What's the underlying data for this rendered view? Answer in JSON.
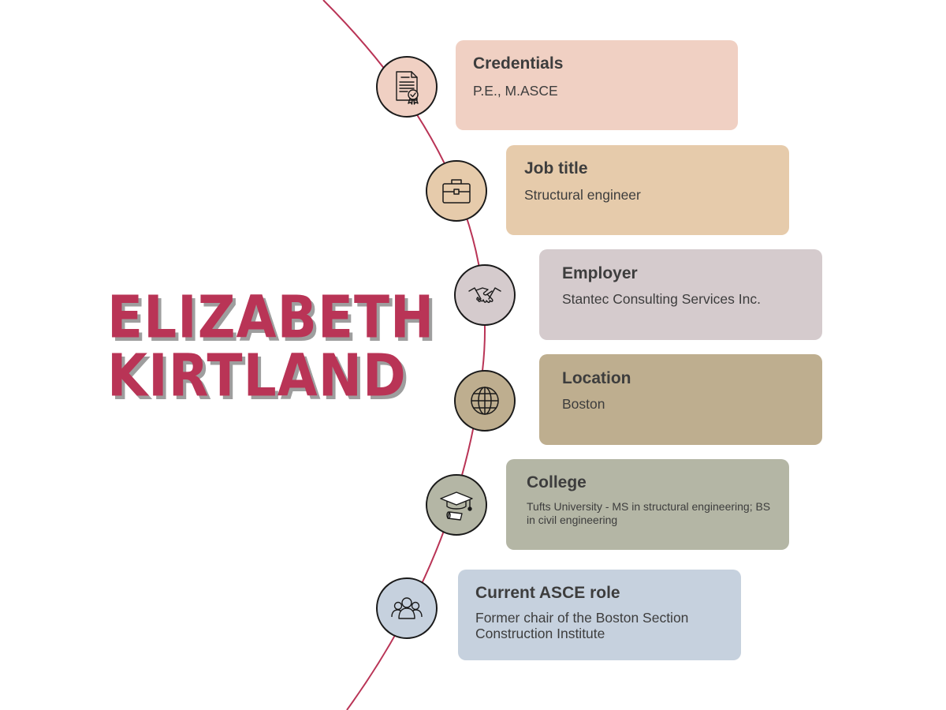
{
  "person": {
    "first_name": "ELIZABETH",
    "last_name": "KIRTLAND"
  },
  "colors": {
    "name_text": "#b93456",
    "arc_line": "#b93456"
  },
  "items": [
    {
      "title": "Credentials",
      "text": "P.E., M.ASCE",
      "icon": "certificate-icon",
      "color": "#f0d0c3"
    },
    {
      "title": "Job title",
      "text": "Structural engineer",
      "icon": "briefcase-icon",
      "color": "#e6cbab"
    },
    {
      "title": "Employer",
      "text": "Stantec Consulting Services Inc.",
      "icon": "handshake-icon",
      "color": "#d5cbcd"
    },
    {
      "title": "Location",
      "text": "Boston",
      "icon": "globe-icon",
      "color": "#beae8f"
    },
    {
      "title": "College",
      "text": "Tufts University - MS in structural engineering; BS in civil engineering",
      "icon": "graduation-cap-icon",
      "color": "#b4b6a5"
    },
    {
      "title": "Current ASCE role",
      "text": "Former chair of the Boston Section Construction Institute",
      "icon": "group-icon",
      "color": "#c6d1de"
    }
  ]
}
